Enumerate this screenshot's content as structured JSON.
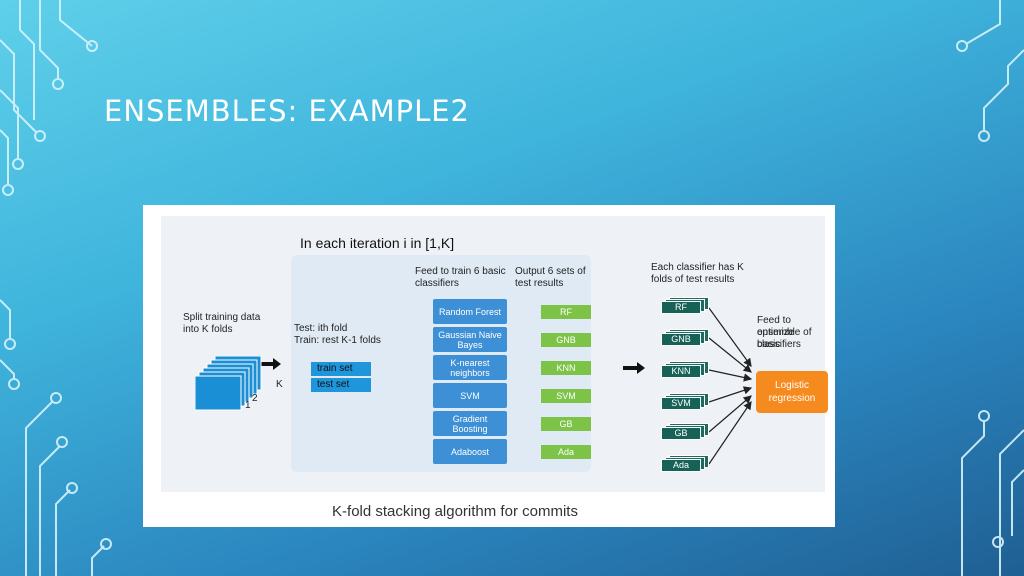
{
  "slide": {
    "title": "ENSEMBLES: EXAMPLE2"
  },
  "figure": {
    "caption": "K-fold stacking algorithm for commits",
    "iteration_title": "In each iteration i in [1,K]",
    "split_label_1": "Split training data",
    "split_label_2": "into K folds",
    "fold_k": "K",
    "fold_1": "1",
    "fold_2": "2",
    "test_fold": "Test: ith fold",
    "train_folds": "Train: rest K-1 folds",
    "train_set": "train set",
    "test_set": "test set",
    "feed_train_1": "Feed to train 6 basic",
    "feed_train_2": "classifiers",
    "output_1": "Output 6 sets of",
    "output_2": "test results",
    "each_clf_1": "Each classifier has K",
    "each_clf_2": "folds of test results",
    "feed_opt_1": "Feed to optimize",
    "feed_opt_2": "ensemble of basic",
    "feed_opt_3": "classifiers",
    "classifiers": [
      {
        "line1": "Random Forest",
        "line2": ""
      },
      {
        "line1": "Gaussian Naive",
        "line2": "Bayes"
      },
      {
        "line1": "K-nearest",
        "line2": "neighbors"
      },
      {
        "line1": "SVM",
        "line2": ""
      },
      {
        "line1": "Gradient",
        "line2": "Boosting"
      },
      {
        "line1": "Adaboost",
        "line2": ""
      }
    ],
    "results": [
      "RF",
      "GNB",
      "KNN",
      "SVM",
      "GB",
      "Ada"
    ],
    "stacks": [
      "RF",
      "GNB",
      "KNN",
      "SVM",
      "GB",
      "Ada"
    ],
    "meta_1": "Logistic",
    "meta_2": "regression"
  },
  "colors": {
    "classifier": "#3d8fd6",
    "result": "#7dc347",
    "stack": "#176257",
    "meta": "#f58a1f"
  }
}
